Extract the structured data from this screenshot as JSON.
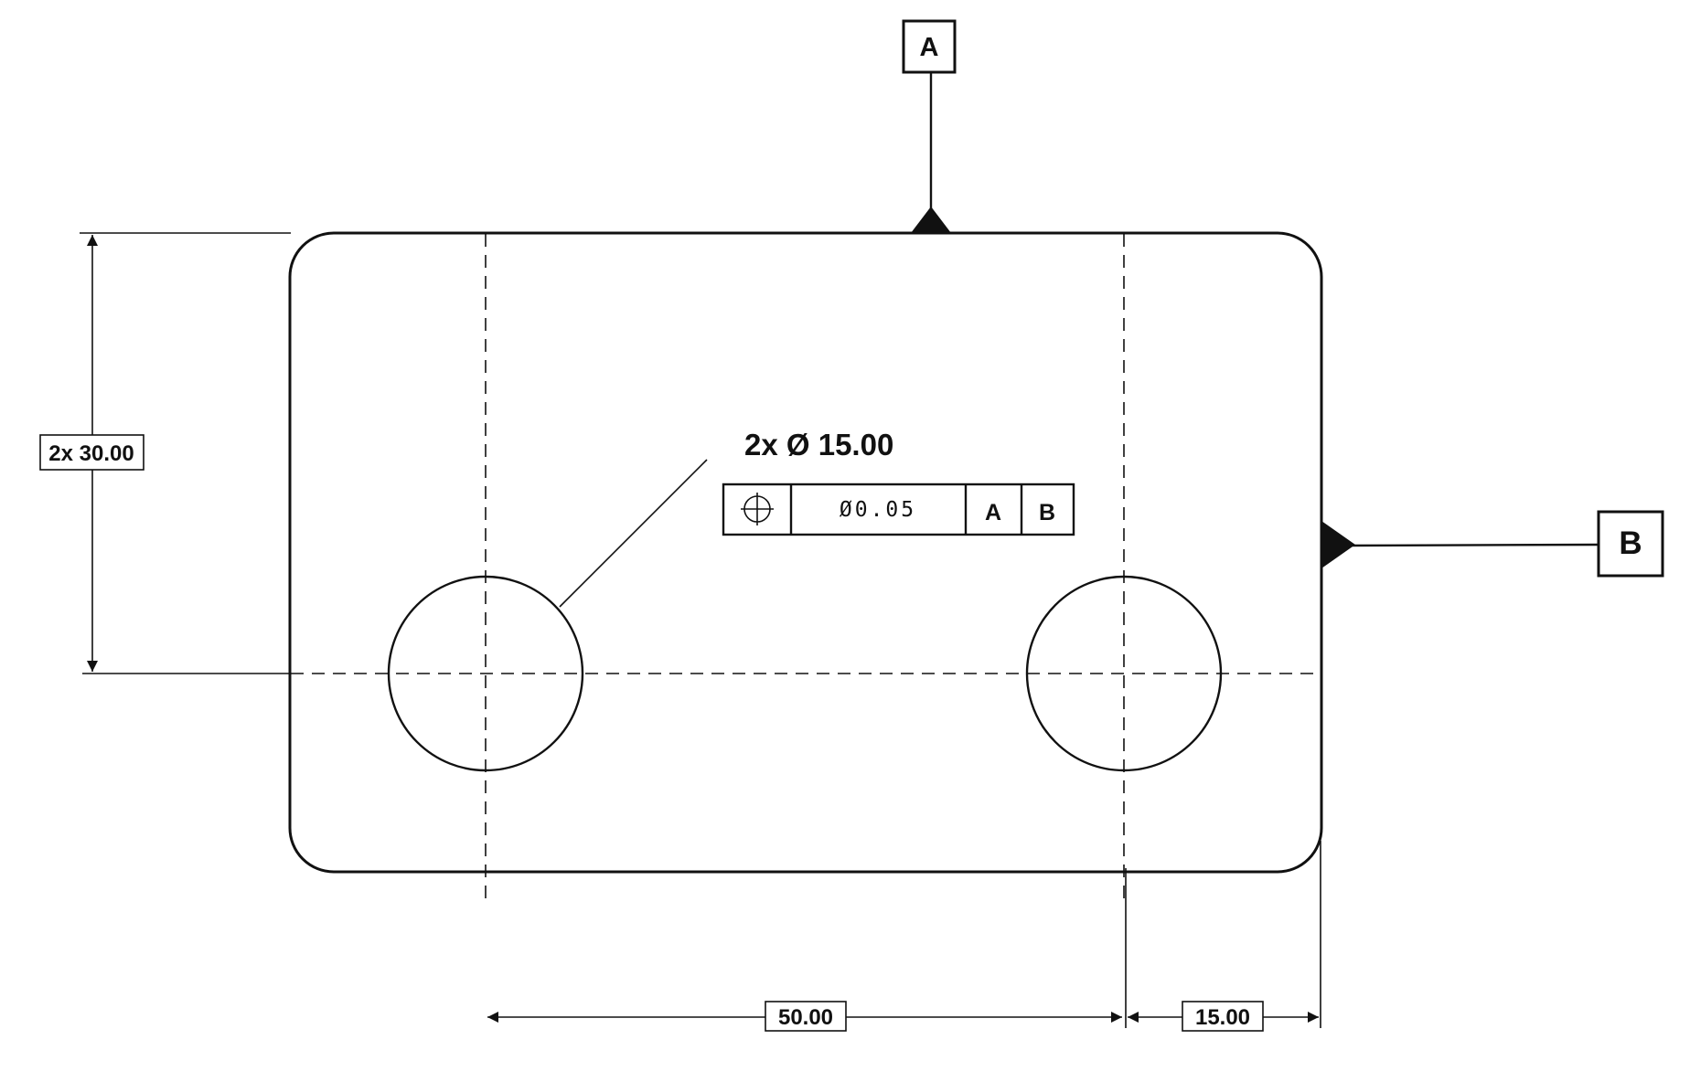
{
  "datums": {
    "a": {
      "label": "A"
    },
    "b": {
      "label": "B"
    }
  },
  "dimensions": {
    "vertical": "2x 30.00",
    "hole_spacing": "50.00",
    "edge_offset": "15.00",
    "hole_callout": "2x Ø 15.00"
  },
  "feature_control_frame": {
    "symbol_icon": "position-tolerance-icon",
    "tolerance": "Ø0.05",
    "datum_primary": "A",
    "datum_secondary": "B"
  },
  "colors": {
    "ink": "#111111",
    "paper": "#ffffff"
  }
}
